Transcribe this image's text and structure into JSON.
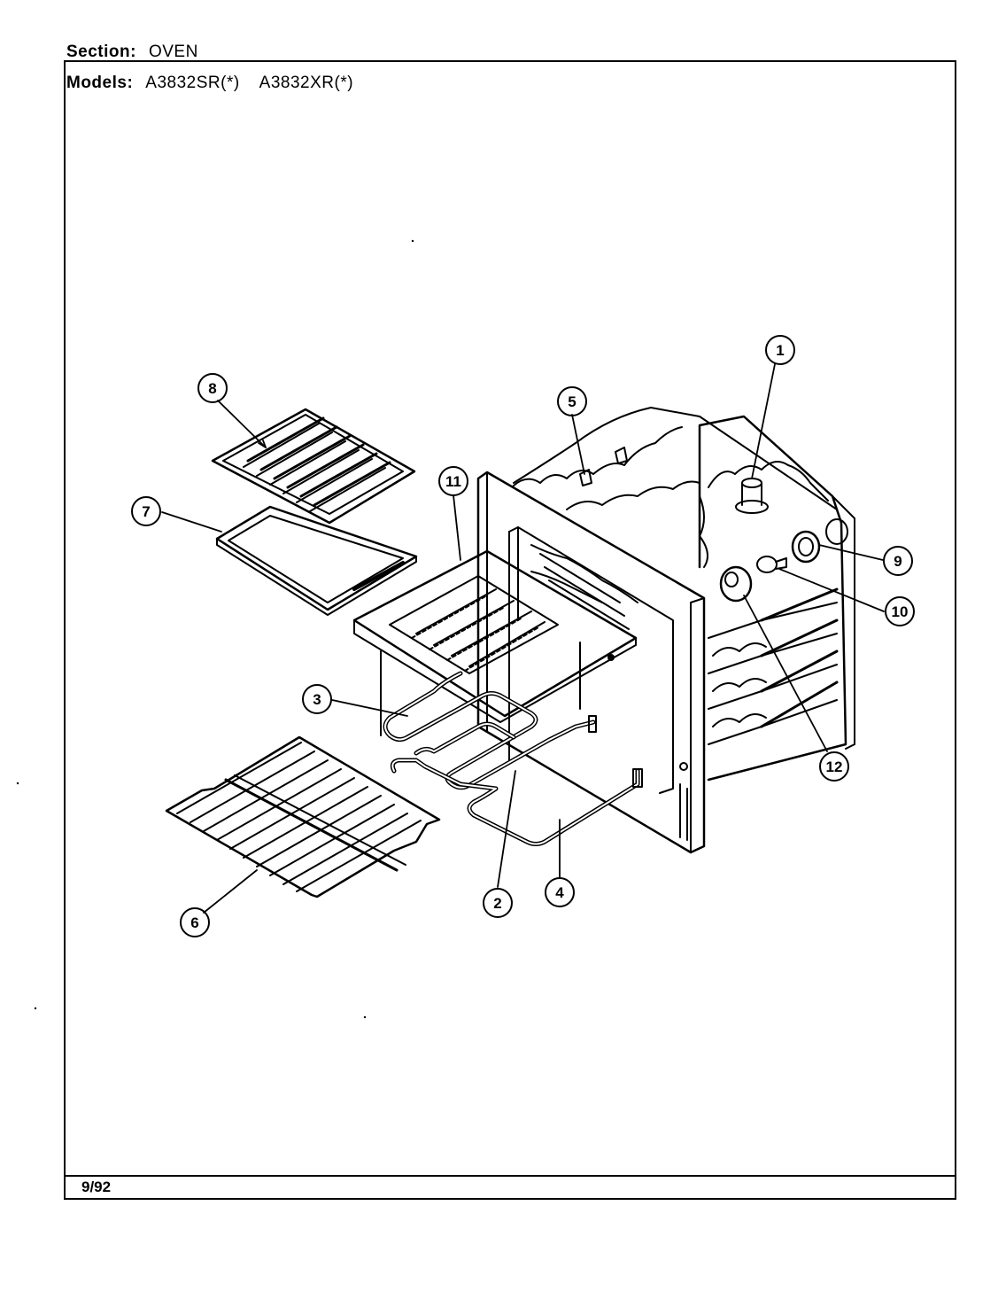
{
  "header": {
    "section_label": "Section:",
    "section_value": "OVEN",
    "models_label": "Models:",
    "model_1": "A3832SR(*)",
    "model_2": "A3832XR(*)"
  },
  "footer": {
    "date": "9/92"
  },
  "callouts": [
    "1",
    "2",
    "3",
    "4",
    "5",
    "6",
    "7",
    "8",
    "9",
    "10",
    "11",
    "12"
  ]
}
